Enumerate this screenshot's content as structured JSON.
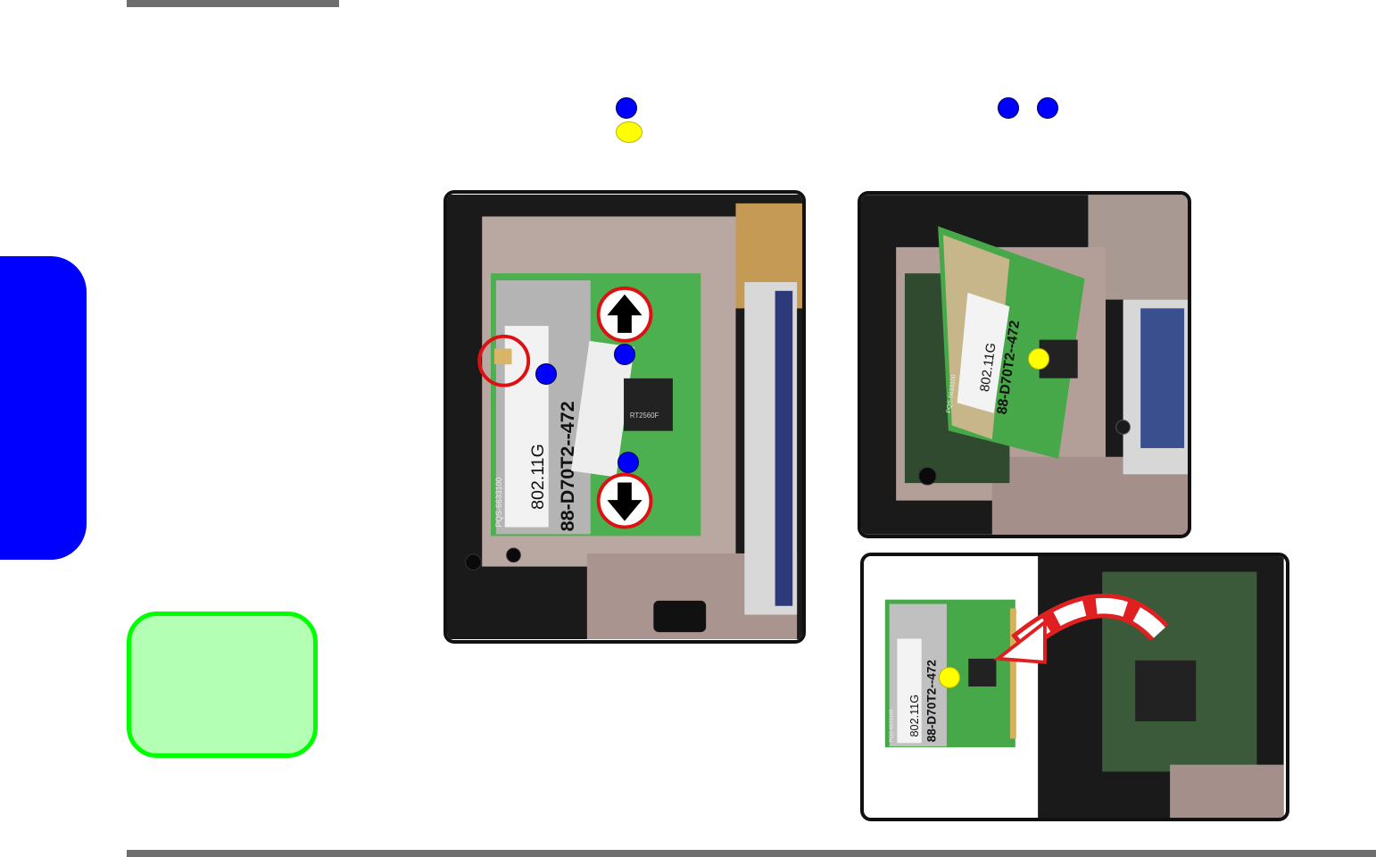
{
  "colors": {
    "tab": "#0000ff",
    "note_fill": "#b3ffb3",
    "note_border": "#00ff00",
    "callout_blue": "#0000ff",
    "callout_yellow": "#ffff00",
    "rule_gray": "#6e6e6e"
  },
  "icons": {
    "arrow_up": "arrow-up-icon",
    "arrow_down": "arrow-down-icon",
    "curved_arrow": "curved-arrow-icon"
  },
  "figure_a": {
    "card_model": "802.11G",
    "card_part_number": "88-D70T2--472",
    "card_pcb_code": "PQS-6633100",
    "chip_text": "RT2560F"
  },
  "figure_b": {
    "card_model": "802.11G",
    "card_part_number": "88-D70T2--472",
    "card_pcb_code": "PQS-6633100"
  },
  "figure_c": {
    "card_model": "802.11G",
    "card_part_number": "88-D70T2--472",
    "card_pcb_code": "PQS-6633100"
  }
}
